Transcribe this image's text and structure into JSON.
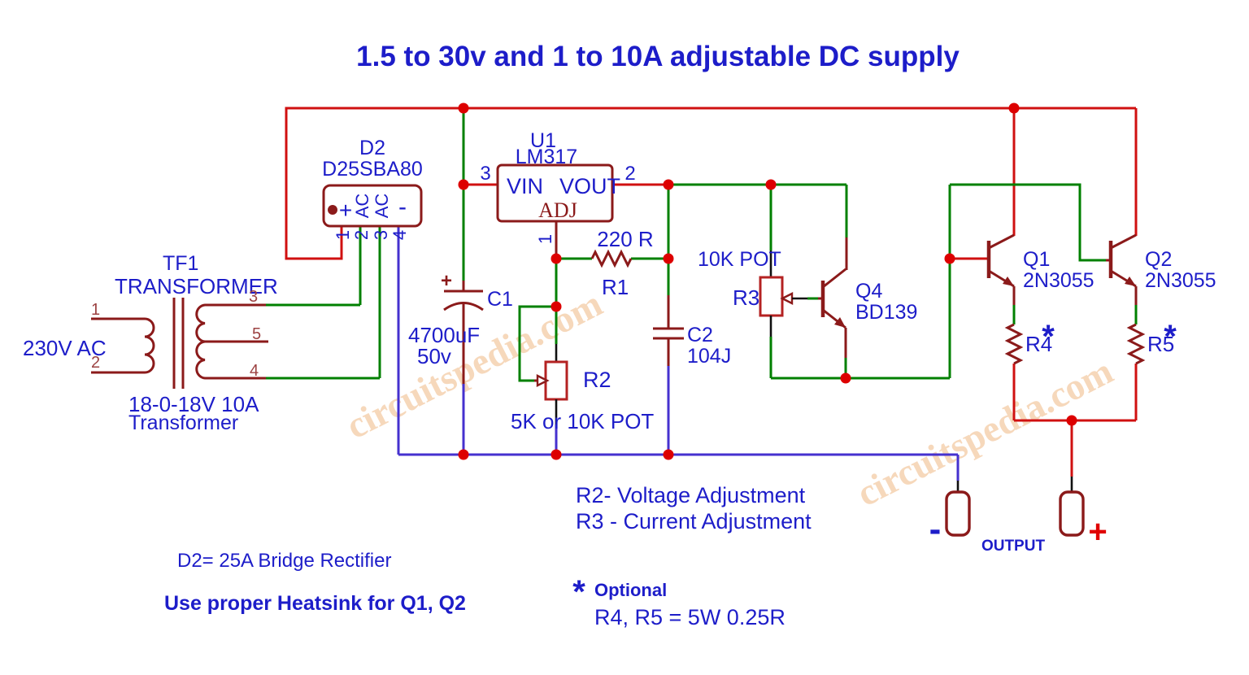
{
  "title": "1.5 to 30v and 1 to 10A adjustable DC supply",
  "colors": {
    "wire_red": "#d01010",
    "wire_green": "#008000",
    "wire_blue": "#4531cf",
    "component_red": "#8b1a1a",
    "pot_red": "#b42222",
    "dot_red": "#dd0000",
    "text_blue": "#1d1dc9",
    "text_brown": "#9c4242",
    "plus_red": "#e00000",
    "watermark": "#eca35f",
    "black": "#101010"
  },
  "schematic": {
    "tf1": {
      "ref": "TF1",
      "type": "TRANSFORMER",
      "primary_voltage": "230V AC",
      "rating_line1": "18-0-18V 10A",
      "rating_line2": "Transformer",
      "pin1": "1",
      "pin2": "2",
      "pin3": "3",
      "pin5": "5",
      "pin4": "4"
    },
    "d2": {
      "ref": "D2",
      "part": "D25SBA80",
      "plus": "+",
      "ac_a": "AC",
      "ac_b": "AC",
      "minus": "-",
      "pin1": "1",
      "pin2": "2",
      "pin3": "3",
      "pin4": "4"
    },
    "u1": {
      "ref": "U1",
      "part": "LM317",
      "vin": "VIN",
      "vout": "VOUT",
      "adj": "ADJ",
      "pin_vin": "3",
      "pin_vout": "2",
      "pin_adj": "1"
    },
    "c1": {
      "ref": "C1",
      "plus": "+",
      "value": "4700uF",
      "voltage": "50v"
    },
    "r1": {
      "value": "220 R",
      "ref": "R1"
    },
    "r2": {
      "ref": "R2",
      "value": "5K or 10K POT"
    },
    "c2": {
      "ref": "C2",
      "value": "104J"
    },
    "r3": {
      "value": "10K POT",
      "ref": "R3"
    },
    "q4": {
      "ref": "Q4",
      "part": "BD139"
    },
    "q1": {
      "ref": "Q1",
      "part": "2N3055"
    },
    "q2": {
      "ref": "Q2",
      "part": "2N3055"
    },
    "r4": {
      "ref": "R4",
      "star": "*"
    },
    "r5": {
      "ref": "R5",
      "star": "*"
    },
    "output": {
      "minus": "-",
      "plus": "+",
      "label": "OUTPUT"
    }
  },
  "notes": {
    "r2_note": "R2- Voltage Adjustment",
    "r3_note": "R3 - Current Adjustment",
    "d2_note": "D2= 25A Bridge Rectifier",
    "heatsink_note": "Use proper Heatsink for Q1, Q2",
    "optional_star": "*",
    "optional_label": "Optional",
    "r4r5_note": "R4, R5 = 5W 0.25R"
  },
  "watermark": {
    "text": "circuitspedia.com"
  }
}
